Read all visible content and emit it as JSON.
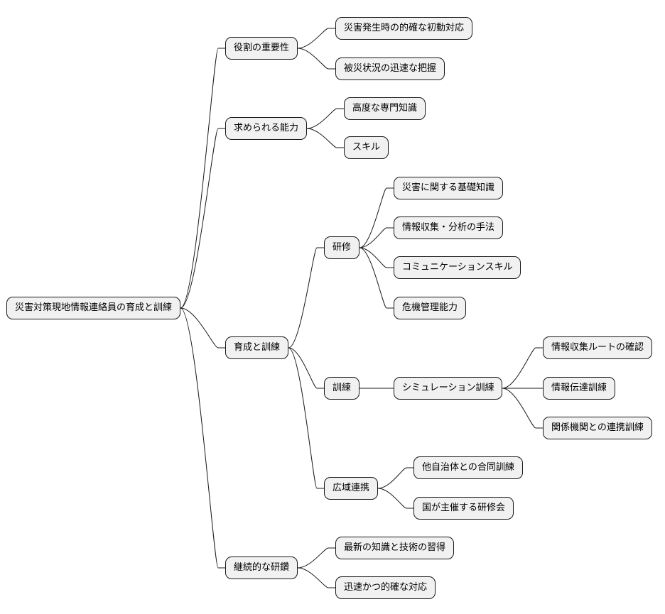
{
  "diagram": {
    "root": "災害対策現地情報連絡員の育成と訓練",
    "branches": {
      "role": {
        "label": "役割の重要性",
        "items": [
          "災害発生時の的確な初動対応",
          "被災状況の迅速な把握"
        ]
      },
      "ability": {
        "label": "求められる能力",
        "items": [
          "高度な専門知識",
          "スキル"
        ]
      },
      "training": {
        "label": "育成と訓練",
        "kenshu": {
          "label": "研修",
          "items": [
            "災害に関する基礎知識",
            "情報収集・分析の手法",
            "コミュニケーションスキル",
            "危機管理能力"
          ]
        },
        "kunren": {
          "label": "訓練",
          "simulation": {
            "label": "シミュレーション訓練",
            "items": [
              "情報収集ルートの確認",
              "情報伝達訓練",
              "関係機関との連携訓練"
            ]
          }
        },
        "koiki": {
          "label": "広域連携",
          "items": [
            "他自治体との合同訓練",
            "国が主催する研修会"
          ]
        }
      },
      "continuous": {
        "label": "継続的な研鑽",
        "items": [
          "最新の知識と技術の習得",
          "迅速かつ的確な対応"
        ]
      }
    }
  }
}
